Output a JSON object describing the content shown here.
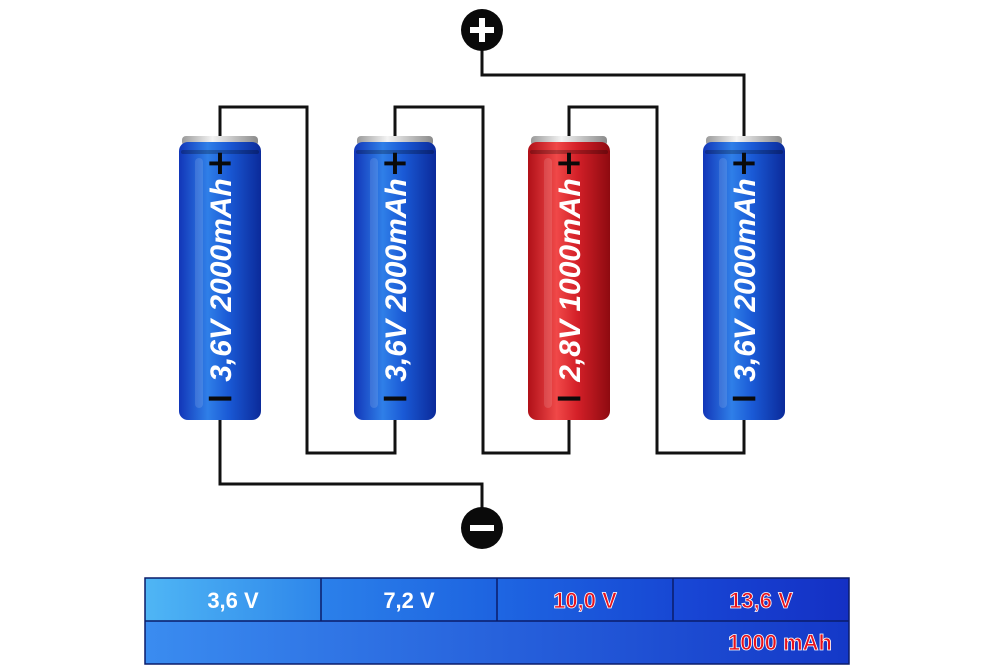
{
  "terminals": {
    "positive_symbol": "+",
    "negative_symbol": "−"
  },
  "batteries": [
    {
      "voltage": "3,6V",
      "capacity": "2000mAh",
      "color": "blue",
      "plus": "+",
      "minus": "−"
    },
    {
      "voltage": "3,6V",
      "capacity": "2000mAh",
      "color": "blue",
      "plus": "+",
      "minus": "−"
    },
    {
      "voltage": "2,8V",
      "capacity": "1000mAh",
      "color": "red",
      "plus": "+",
      "minus": "−"
    },
    {
      "voltage": "3,6V",
      "capacity": "2000mAh",
      "color": "blue",
      "plus": "+",
      "minus": "−"
    }
  ],
  "table": {
    "voltages": [
      {
        "text": "3,6 V",
        "highlight": false
      },
      {
        "text": "7,2 V",
        "highlight": false
      },
      {
        "text": "10,0 V",
        "highlight": true
      },
      {
        "text": "13,6 V",
        "highlight": true
      }
    ],
    "capacity": {
      "text": "1000 mAh",
      "highlight": true
    }
  },
  "colors": {
    "blue_light": "#2f7fe8",
    "blue_dark": "#0b2a9a",
    "red_light": "#f04848",
    "red_dark": "#8e0a10",
    "wire": "#111111",
    "highlight_text": "#e8121c",
    "normal_text": "#ffffff",
    "table_border": "#0a1c6a"
  }
}
